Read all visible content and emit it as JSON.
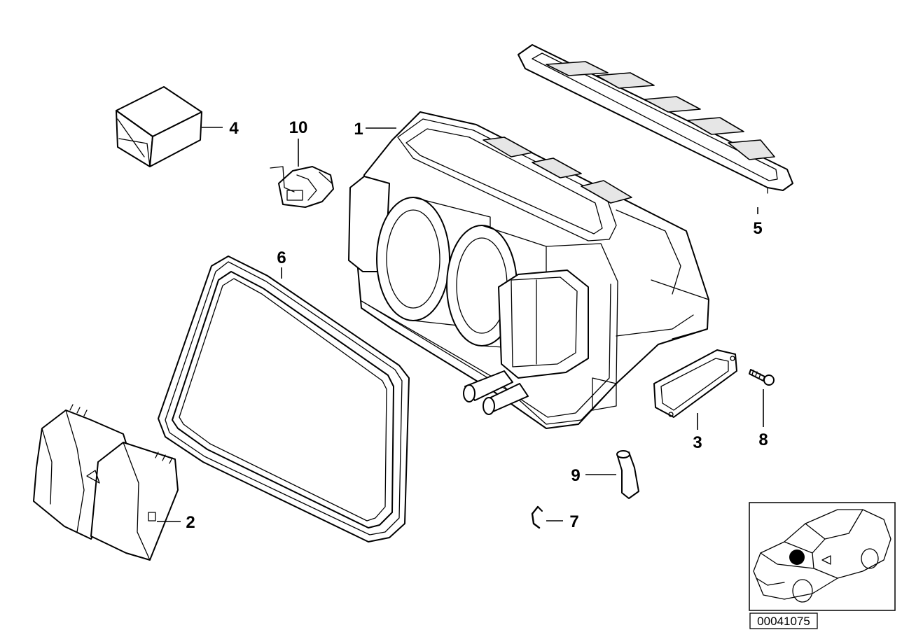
{
  "diagram": {
    "callouts": [
      {
        "id": "1",
        "text": "1"
      },
      {
        "id": "2",
        "text": "2"
      },
      {
        "id": "3",
        "text": "3"
      },
      {
        "id": "4",
        "text": "4"
      },
      {
        "id": "5",
        "text": "5"
      },
      {
        "id": "6",
        "text": "6"
      },
      {
        "id": "7",
        "text": "7"
      },
      {
        "id": "8",
        "text": "8"
      },
      {
        "id": "9",
        "text": "9"
      },
      {
        "id": "10",
        "text": "10"
      }
    ],
    "image_code": "00041075",
    "locator": {
      "marker_icon": "location-dot-icon",
      "vehicle_icon": "car-outline-icon"
    }
  }
}
